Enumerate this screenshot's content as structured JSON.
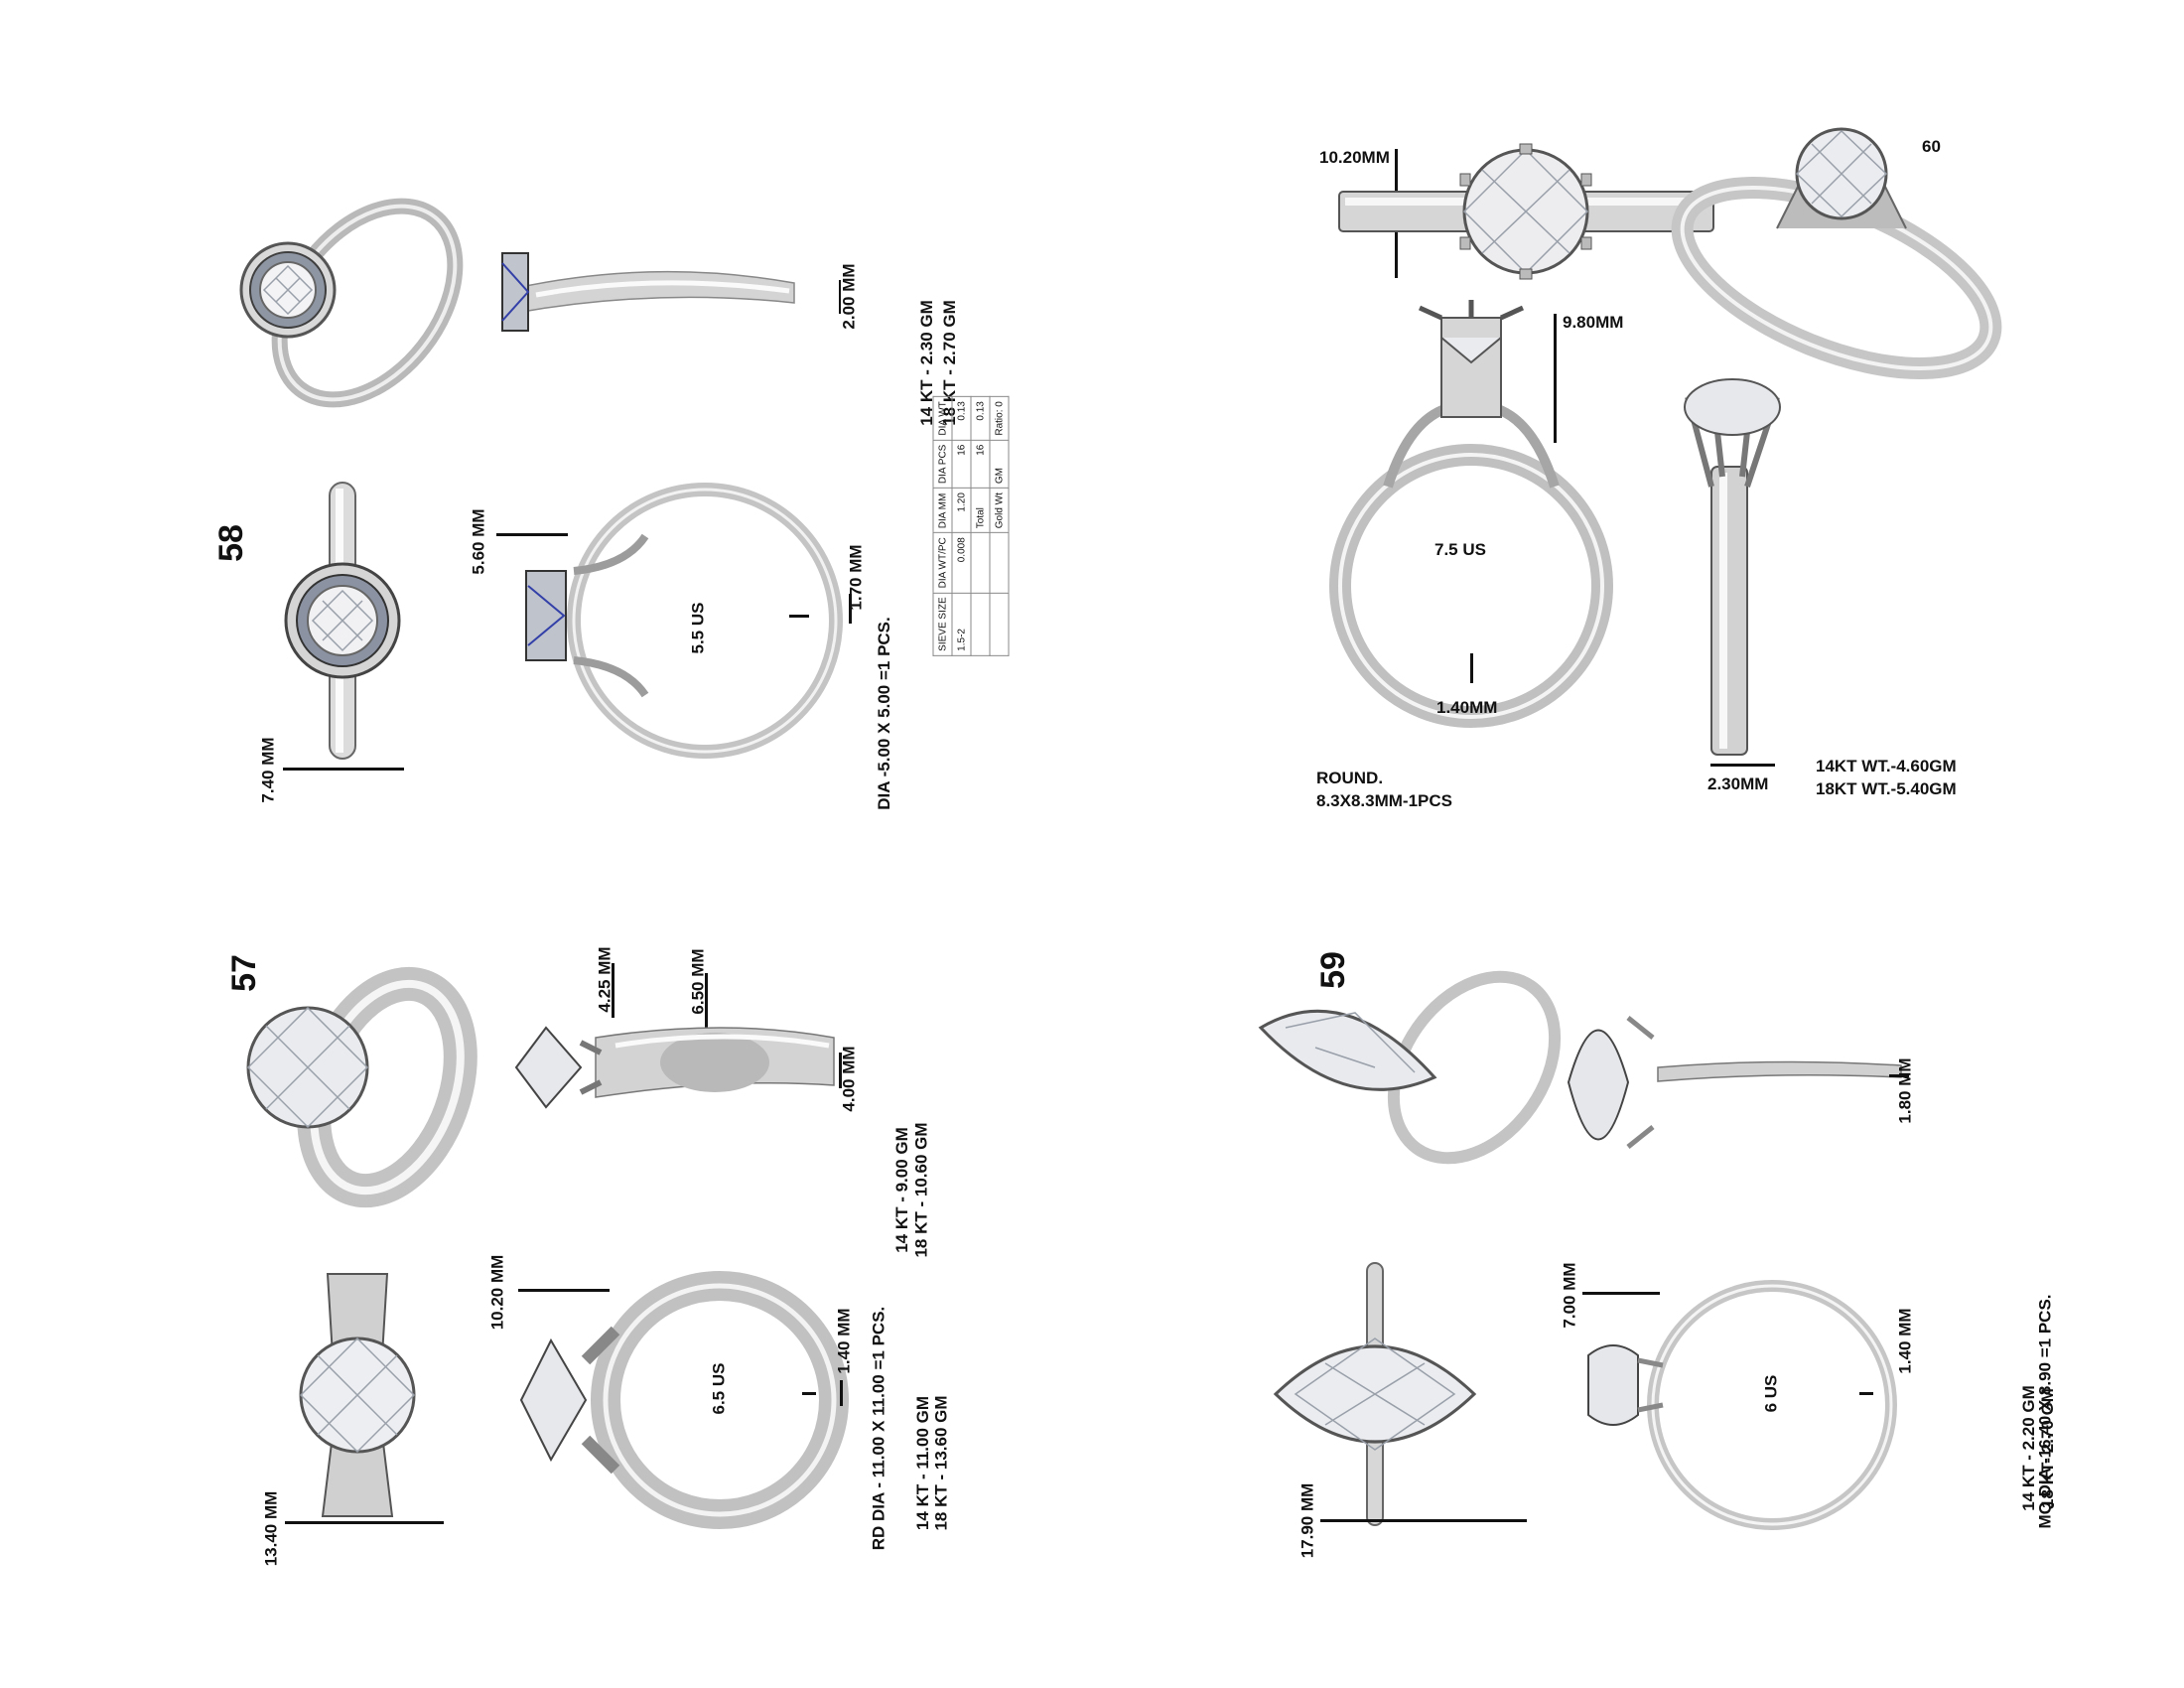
{
  "p58": {
    "number": "58",
    "top_side": "2.00 MM",
    "weights": [
      "14 KT - 2.30 GM",
      "18 KT - 2.70 GM"
    ],
    "head_height": "5.60 MM",
    "shank_bottom": "1.70 MM",
    "size": "5.5 US",
    "width": "7.40 MM",
    "dia": "DIA -5.00 X 5.00 =1 PCS.",
    "table": {
      "headers": [
        "SIEVE SIZE",
        "DIA WT/PC",
        "DIA MM",
        "DIA PCS",
        "DIA WT"
      ],
      "row": [
        "1.5-2",
        "0.008",
        "1.20",
        "16",
        "0.13"
      ],
      "total_label": "Total",
      "total_pcs": "16",
      "total_wt": "0.13",
      "gold_label": "Gold Wt",
      "gold_unit": "GM",
      "ratio_label": "Ratio",
      "ratio_value": "0"
    }
  },
  "p60": {
    "number": "60",
    "top_width": "10.20MM",
    "head_height": "9.80MM",
    "size": "7.5 US",
    "shank_bottom": "1.40MM",
    "stone_shape": "ROUND.",
    "stone_dim": "8.3X8.3MM-1PCS",
    "side_width": "2.30MM",
    "weights": [
      "14KT WT.-4.60GM",
      "18KT WT.-5.40GM"
    ]
  },
  "p57": {
    "number": "57",
    "dim_a": "4.25 MM",
    "dim_b": "6.50 MM",
    "shank_top": "4.00 MM",
    "weights": [
      "14 KT - 9.00 GM",
      "18 KT - 10.60 GM"
    ],
    "head_height": "10.20 MM",
    "shank_bottom": "1.40 MM",
    "size": "6.5 US",
    "width": "13.40 MM",
    "notes": [
      "RD DIA - 11.00 X 11.00 =1 PCS.",
      "14 KT - 11.00 GM",
      "18 KT - 13.60 GM"
    ]
  },
  "p59": {
    "number": "59",
    "shank_top": "1.80 MM",
    "head_height": "7.00 MM",
    "shank_bottom": "1.40 MM",
    "size": "6 US",
    "width": "17.90 MM",
    "notes": [
      "MQ DIA -16.40 X 8.90 =1 PCS.",
      "14 KT - 2.20 GM",
      "18 KT- 2.70 GM"
    ]
  }
}
